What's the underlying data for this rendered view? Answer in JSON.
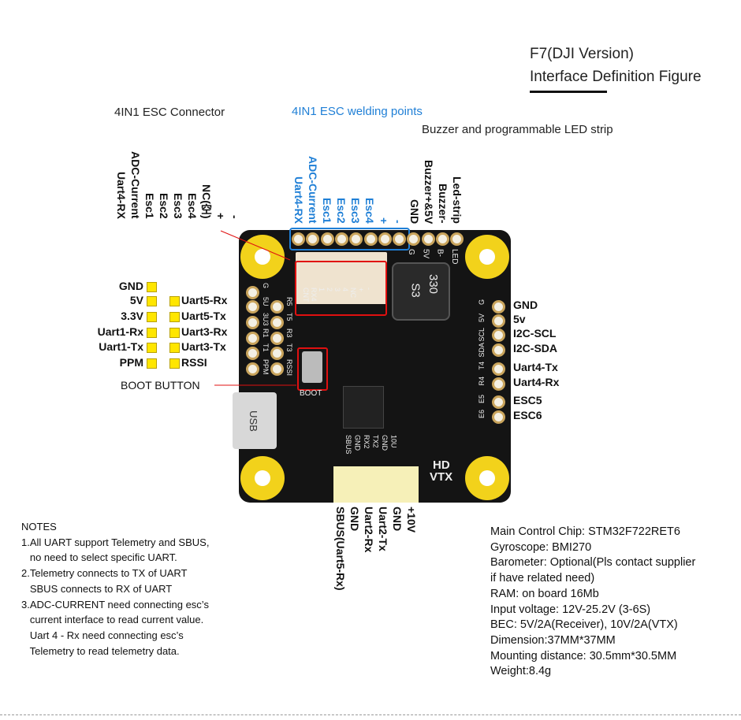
{
  "header": {
    "title": "F7(DJI Version)",
    "subtitle": "Interface Definition Figure"
  },
  "captions": {
    "esc_connector": "4IN1 ESC Connector",
    "esc_welding": "4IN1 ESC welding points",
    "buzzer": "Buzzer and programmable LED strip",
    "boot": "BOOT BUTTON"
  },
  "esc_connector_pins": [
    "-",
    "+",
    "NC(空)",
    "Esc4",
    "Esc3",
    "Esc2",
    "Esc1",
    "ADC-Current",
    "Uart4-RX"
  ],
  "esc_welding_pins": [
    "-",
    "+",
    "Esc4",
    "Esc3",
    "Esc2",
    "Esc1",
    "ADC-Current",
    "Uart4-RX"
  ],
  "buzzer_pins": [
    "GND",
    "Buzzer+&5V",
    "Buzzer-",
    "Led-strip"
  ],
  "left_outer": [
    "GND",
    "5V",
    "3.3V",
    "Uart1-Rx",
    "Uart1-Tx",
    "PPM"
  ],
  "left_inner": [
    "Uart5-Rx",
    "Uart5-Tx",
    "Uart3-Rx",
    "Uart3-Tx",
    "RSSI"
  ],
  "right_pins": [
    "GND",
    "5v",
    "I2C-SCL",
    "I2C-SDA",
    "Uart4-Tx",
    "Uart4-Rx",
    "ESC5",
    "ESC6"
  ],
  "vtx_pins": [
    "+10V",
    "GND",
    "Uart2-Tx",
    "Uart2-Rx",
    "GND",
    "SBUS(Uart5-Rx)"
  ],
  "silk": {
    "top": [
      "G",
      "5V",
      "B-",
      "LED"
    ],
    "left_outer": [
      "G",
      "5U",
      "3U3",
      "R1",
      "T1",
      "PPM"
    ],
    "left_inner": [
      "R5",
      "T5",
      "R3",
      "T3",
      "RSSI"
    ],
    "conn": [
      "CNT",
      "RX4",
      "1",
      "2",
      "3",
      "4",
      "NC",
      "+",
      "-"
    ],
    "right": [
      "G",
      "5V",
      "SCL",
      "SDA",
      "T4",
      "R4",
      "E5",
      "E6"
    ],
    "vtx": [
      "10U",
      "GND",
      "TX2",
      "RX2",
      "GND",
      "SBUS"
    ],
    "boot": "BOOT",
    "usb": "USB",
    "hd": "HD",
    "vtx_label": "VTX",
    "inductor": "330",
    "inductor2": "S3"
  },
  "notes": {
    "title": "NOTES",
    "lines": [
      "1.All UART support Telemetry and SBUS,",
      "   no need to select specific UART.",
      "2.Telemetry connects to TX of UART",
      "   SBUS connects to RX of UART",
      "3.ADC-CURRENT need connecting esc’s",
      "   current interface to read current value.",
      "   Uart 4 - Rx need connecting esc’s",
      "   Telemetry to read telemetry data."
    ]
  },
  "specs": [
    "Main Control Chip: STM32F722RET6",
    "Gyroscope: BMI270",
    "Barometer: Optional(Pls contact supplier",
    "if have related need)",
    "RAM: on board 16Mb",
    "Input voltage: 12V-25.2V (3-6S)",
    "BEC: 5V/2A(Receiver), 10V/2A(VTX)",
    "Dimension:37MM*37MM",
    "Mounting distance: 30.5mm*30.5MM",
    "Weight:8.4g"
  ],
  "colors": {
    "accent_blue": "#1f7fd6",
    "highlight_red": "#e01010",
    "pad_yellow": "#ffe600",
    "board": "#141414"
  }
}
